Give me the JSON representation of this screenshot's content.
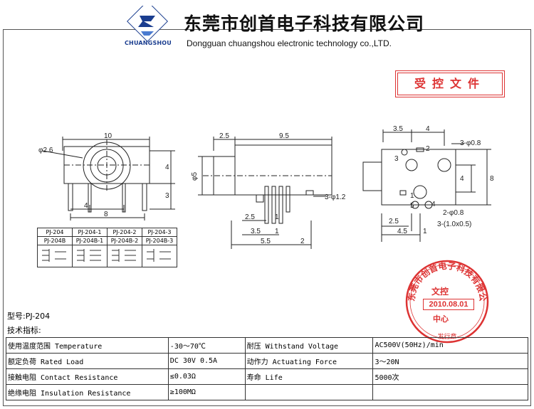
{
  "header": {
    "company_cn": "东莞市创首电子科技有限公司",
    "company_en": "Dongguan chuangshou electronic technology co.,LTD.",
    "logo_text": "CHUANGSHOU",
    "controlled_doc": "受控文件"
  },
  "dims": {
    "front_width": "10",
    "front_hole": "φ2.6",
    "front_h4": "4",
    "front_h3": "3",
    "front_pin4": "4",
    "front_pin8": "8",
    "side_left": "2.5",
    "side_len": "9.5",
    "side_dia": "φ5",
    "side_pin": "3-φ1.2",
    "side_b25": "2.5",
    "side_b1": "1",
    "side_b35": "3.5",
    "side_b1b": "1",
    "side_b55": "5.5",
    "side_b2": "2",
    "pcb_35": "3.5",
    "pcb_4": "4",
    "pcb_holes": "3-φ0.8",
    "pcb_n3": "3",
    "pcb_n2": "2",
    "pcb_n1": "1",
    "pcb_n4": "4",
    "pcb_n5": "5",
    "pcb_v8": "8",
    "pcb_v4": "4",
    "pcb_2holes": "2-φ0.8",
    "pcb_slot": "3-(1.0x0.5)",
    "pcb_25": "2.5",
    "pcb_45": "4.5",
    "pcb_1": "1"
  },
  "variants": {
    "row1": [
      "PJ-204",
      "PJ-204-1",
      "PJ-204-2",
      "PJ-204-3"
    ],
    "row2": [
      "PJ-204B",
      "PJ-204B-1",
      "PJ-204B-2",
      "PJ-204B-3"
    ]
  },
  "model": "型号:PJ-204",
  "spec_title": "技术指标:",
  "specs": [
    [
      "使用温度范围 Temperature",
      "-30～70℃",
      "耐压 Withstand Voltage",
      "AC500V(50Hz)/min"
    ],
    [
      "额定负荷 Rated Load",
      "DC 30V 0.5A",
      "动作力 Actuating Force",
      "3～20N"
    ],
    [
      "接触电阻 Contact Resistance",
      "≤0.03Ω",
      "寿命 Life",
      "5000次"
    ],
    [
      "绝缘电阻 Insulation Resistance",
      "≥100MΩ",
      "",
      ""
    ]
  ],
  "stamp": {
    "ring": "东莞市创首电子科技有限公司",
    "line1": "文控",
    "date": "2010.08.01",
    "line2": "中心",
    "bottom": "发行章"
  },
  "colors": {
    "stamp": "#d33",
    "logo_blue": "#1a3d8f",
    "line": "#222"
  }
}
